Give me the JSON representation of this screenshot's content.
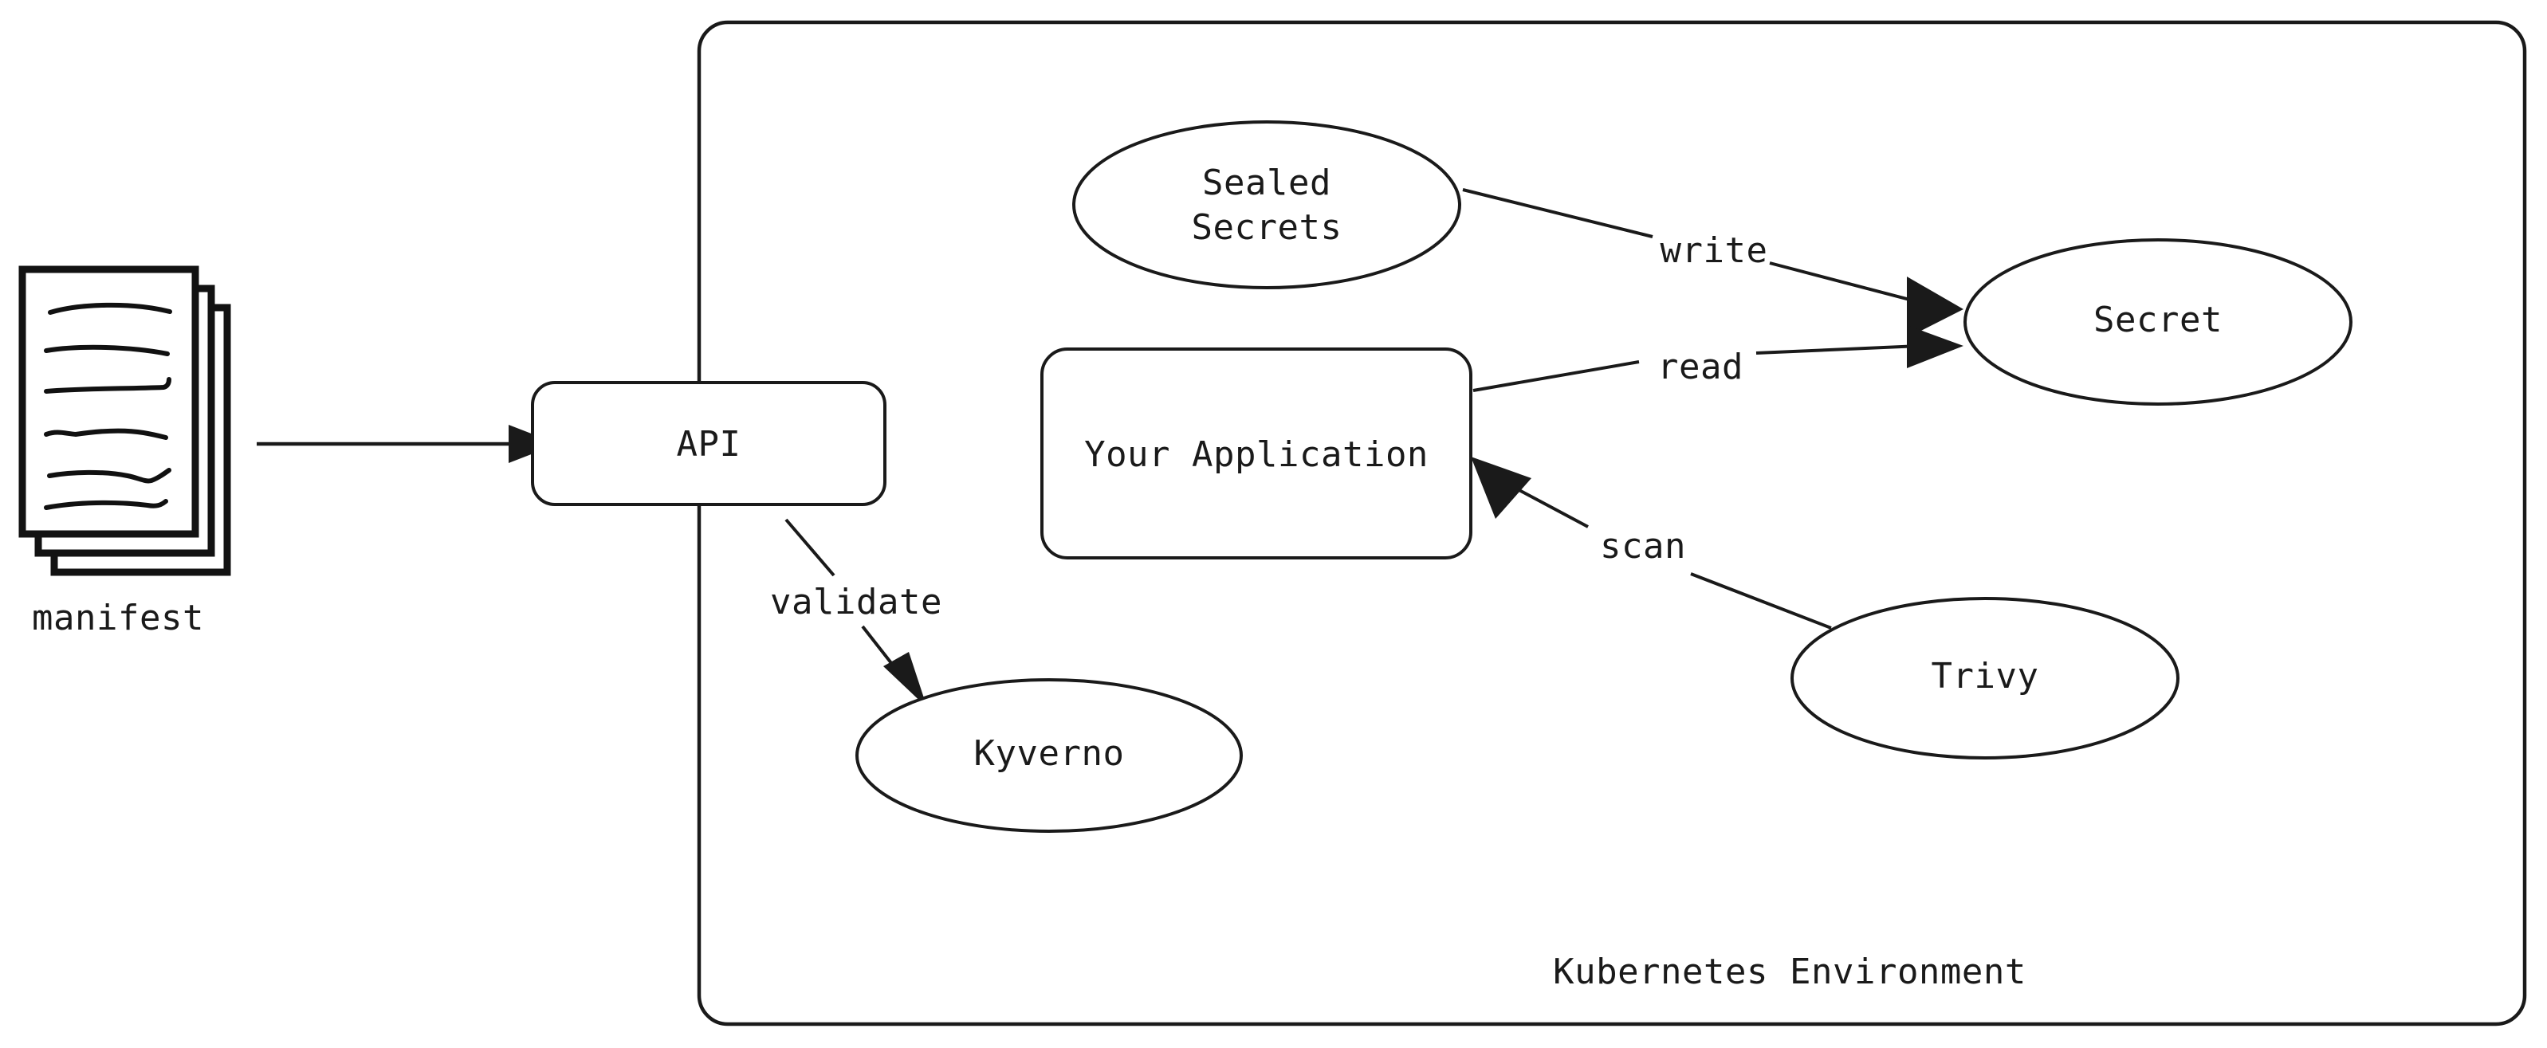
{
  "diagram": {
    "title_text": "Kubernetes Environment",
    "colors": {
      "stroke": "#1a1a1a",
      "fill": "#ffffff",
      "background": "#ffffff"
    },
    "container": {
      "label": "Kubernetes Environment"
    },
    "external": {
      "manifest_label": "manifest"
    },
    "nodes": {
      "api": {
        "label": "API"
      },
      "sealed_secrets": {
        "label_line1": "Sealed",
        "label_line2": "Secrets"
      },
      "secret": {
        "label": "Secret"
      },
      "your_application": {
        "label": "Your Application"
      },
      "kyverno": {
        "label": "Kyverno"
      },
      "trivy": {
        "label": "Trivy"
      }
    },
    "edges": {
      "manifest_to_api": {
        "label": ""
      },
      "api_to_kyverno": {
        "label": "validate"
      },
      "sealed_secrets_to_secret": {
        "label": "write"
      },
      "app_to_secret": {
        "label": "read"
      },
      "trivy_to_app": {
        "label": "scan"
      }
    }
  }
}
